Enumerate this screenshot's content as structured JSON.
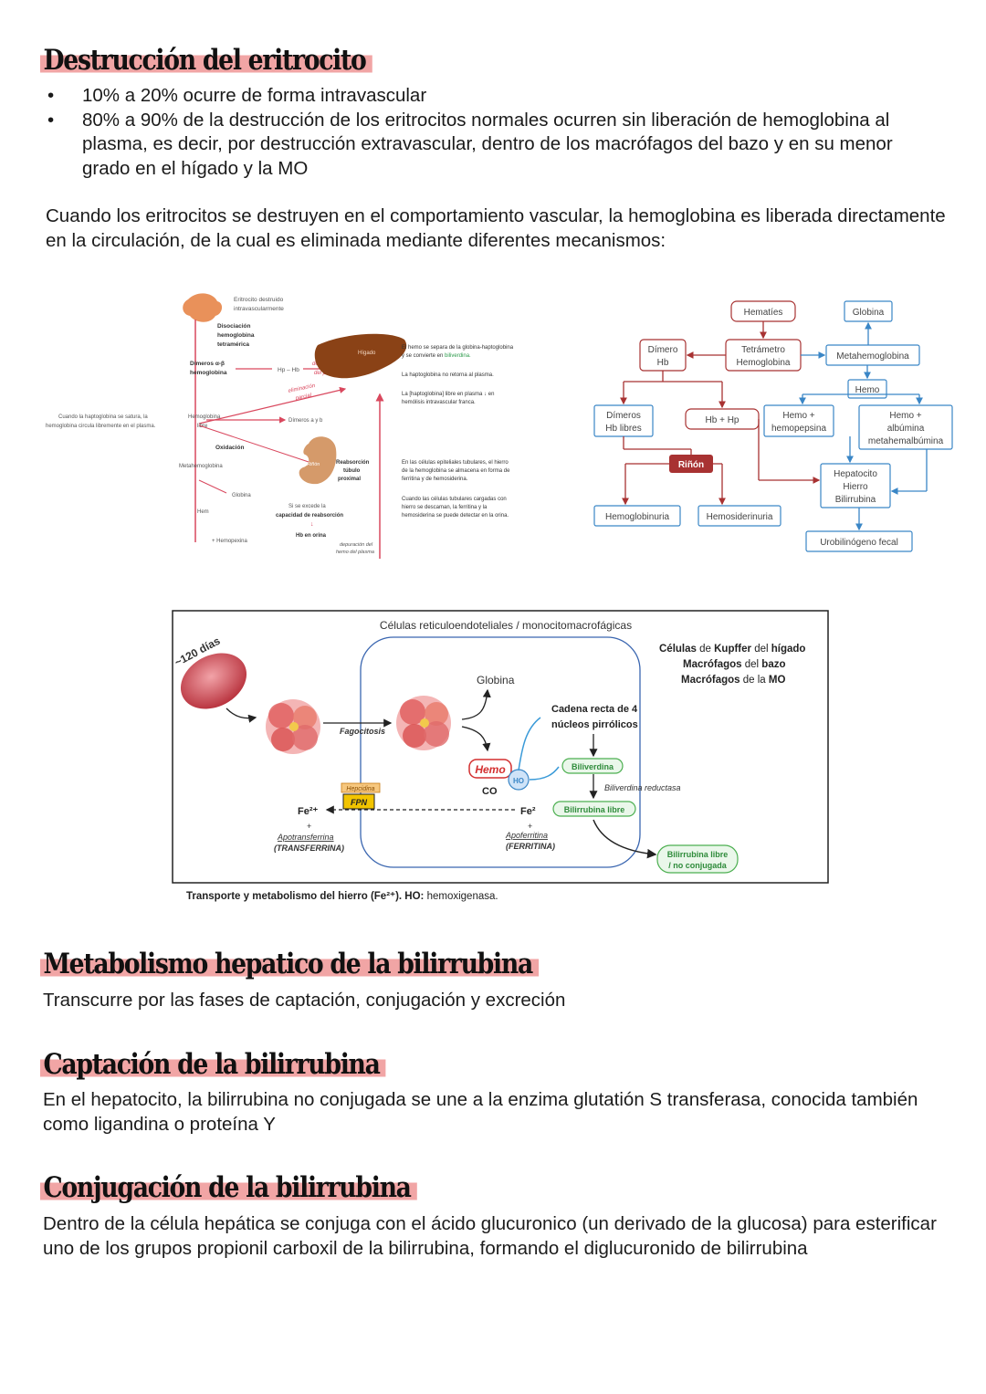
{
  "section1": {
    "title": "Destrucción del eritrocito",
    "bullets": [
      "10% a 20% ocurre de forma intravascular",
      "80% a 90% de la destrucción de los eritrocitos normales ocurren sin liberación de hemoglobina al plasma, es decir, por destrucción extravascular, dentro de los macrófagos del bazo y en su menor grado en el hígado y la MO"
    ],
    "paragraph": "Cuando los eritrocitos se destruyen en el comportamiento vascular, la hemoglobina es liberada directamente en la circulación, de la cual es eliminada mediante diferentes mecanismos:"
  },
  "figure1": {
    "top_note": "Eritrocito destruido intravascularmente",
    "disociacion": "Disociación hemoglobina tetramérica",
    "dimeros": "Dímeros α-β hemoglobina",
    "hp_hb": "Hp – Hb",
    "depuracion": "depuración del plasma",
    "higado": "Hígado",
    "eliminacion": "eliminación parcial",
    "side_note": "Cuando la haptoglobina se satura, la hemoglobina circula libremente en el plasma.",
    "hb_libre": "Hemoglobina libre",
    "dimeros_ab": "Dímeros a y b",
    "oxidacion": "Oxidación",
    "metahemoglobina": "Metahemoglobina",
    "globina": "Globina",
    "hem": "Hem",
    "hemopexina": "+ Hemopexina",
    "rinon": "Riñón",
    "reabsorcion": "Reabsorción túbulo proximal",
    "excede": "Si se excede la capacidad de reabsorción",
    "hb_orina": "Hb en orina",
    "depuracion_hemo": "depuración del hemo del plasma",
    "note1": "El hemo se separa de la globina-haptoglobina y se convierte en biliverdina.",
    "note2": "La haptoglobina no retorna al plasma.",
    "note3": "La [haptoglobina] libre en plasma ↓ en hemólisis intravascular franca.",
    "note4": "En las células epiteliales tubulares, el hierro de la hemoglobina se almacena en forma de ferritina y de hemosiderina.",
    "note5": "Cuando las células tubulares cargadas con hierro se descaman, la ferritina y la hemosiderina se puede detectar en la orina."
  },
  "figure2": {
    "hematies": "Hematíes",
    "globina": "Globina",
    "dimero": "Dímero Hb",
    "tetrametro": "Tetrámetro Hemoglobina",
    "metahemoglobina": "Metahemoglobina",
    "hemo": "Hemo",
    "dimeros_libres": "Dímeros Hb libres",
    "hb_hp": "Hb + Hp",
    "hemo_hemopepsina": "Hemo + hemopepsina",
    "hemo_albumina": "Hemo + albúmina metahemalbúmina",
    "rinon": "Riñón",
    "hepatocito": "Hepatocito Hierro Bilirrubina",
    "hemoglobinuria": "Hemoglobinuria",
    "hemosiderinuria": "Hemosiderinuria",
    "urobilinogeno": "Urobilinógeno fecal"
  },
  "figure3": {
    "header": "Células reticuloendoteliales / monocitomacrofágicas",
    "dias": "~120 días",
    "kupffer": "Células de Kupffer del hígado",
    "bazo": "Macrófagos del bazo",
    "mo": "Macrófagos de la MO",
    "globina": "Globina",
    "fagocitosis": "Fagocitosis",
    "cadena": "Cadena recta de 4 núcleos pirrólicos",
    "hemo": "Hemo",
    "co": "CO",
    "ho": "HO",
    "biliverdina": "Biliverdina",
    "biliverdina_reductasa": "Biliverdina reductasa",
    "bilirrubina_libre": "Bilirrubina libre",
    "bilirrubina_no_conj": "Bilirrubina libre / no conjugada",
    "hepcidina": "Hepcidina",
    "fpn": "FPN",
    "fe_left": "Fe²⁺",
    "fe_right": "Fe²",
    "plus": "+",
    "apotransferrina": "Apotransferrina",
    "transferrina": "(TRANSFERRINA)",
    "apoferritina": "Apoferritina",
    "ferritina": "(FERRITINA)",
    "caption": "Transporte y metabolismo del hierro (Fe²⁺). HO: hemoxigenasa."
  },
  "section2": {
    "title": "Metabolismo hepatico de la bilirrubina",
    "text": "Transcurre por las fases de captación, conjugación y excreción"
  },
  "section3": {
    "title": "Captación de la bilirrubina",
    "text": "En el hepatocito, la bilirrubina no conjugada se une a la enzima glutatión S transferasa, conocida también como ligandina o proteína Y"
  },
  "section4": {
    "title": "Conjugación de la bilirrubina",
    "text": "Dentro de la célula hepática se conjuga con el ácido glucuronico (un derivado de la glucosa) para esterificar uno de los grupos propionil carboxil de la bilirrubina, formando el diglucuronido de bilirrubina"
  },
  "colors": {
    "highlight": "#f1a5a5",
    "blue_box": "#4a90c8",
    "red_box": "#a83232",
    "green_box": "#4caf50"
  }
}
